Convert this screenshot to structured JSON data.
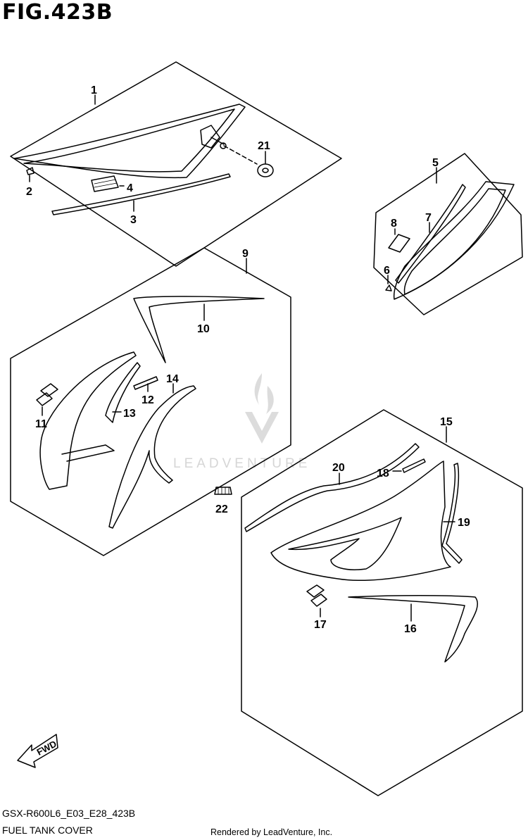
{
  "figure_title": "FIG.423B",
  "model_code": "GSX-R600L6_E03_E28_423B",
  "section_name": "FUEL TANK COVER",
  "rendered_by": "Rendered by LeadVenture, Inc.",
  "watermark": "LEADVENTURE",
  "fwd_label": "FWD",
  "callouts": [
    "1",
    "2",
    "3",
    "4",
    "5",
    "6",
    "7",
    "8",
    "9",
    "10",
    "11",
    "12",
    "13",
    "14",
    "15",
    "16",
    "17",
    "18",
    "19",
    "20",
    "21",
    "22"
  ],
  "colors": {
    "line": "#000000",
    "watermark": "#d9d9d9",
    "background": "#ffffff"
  }
}
